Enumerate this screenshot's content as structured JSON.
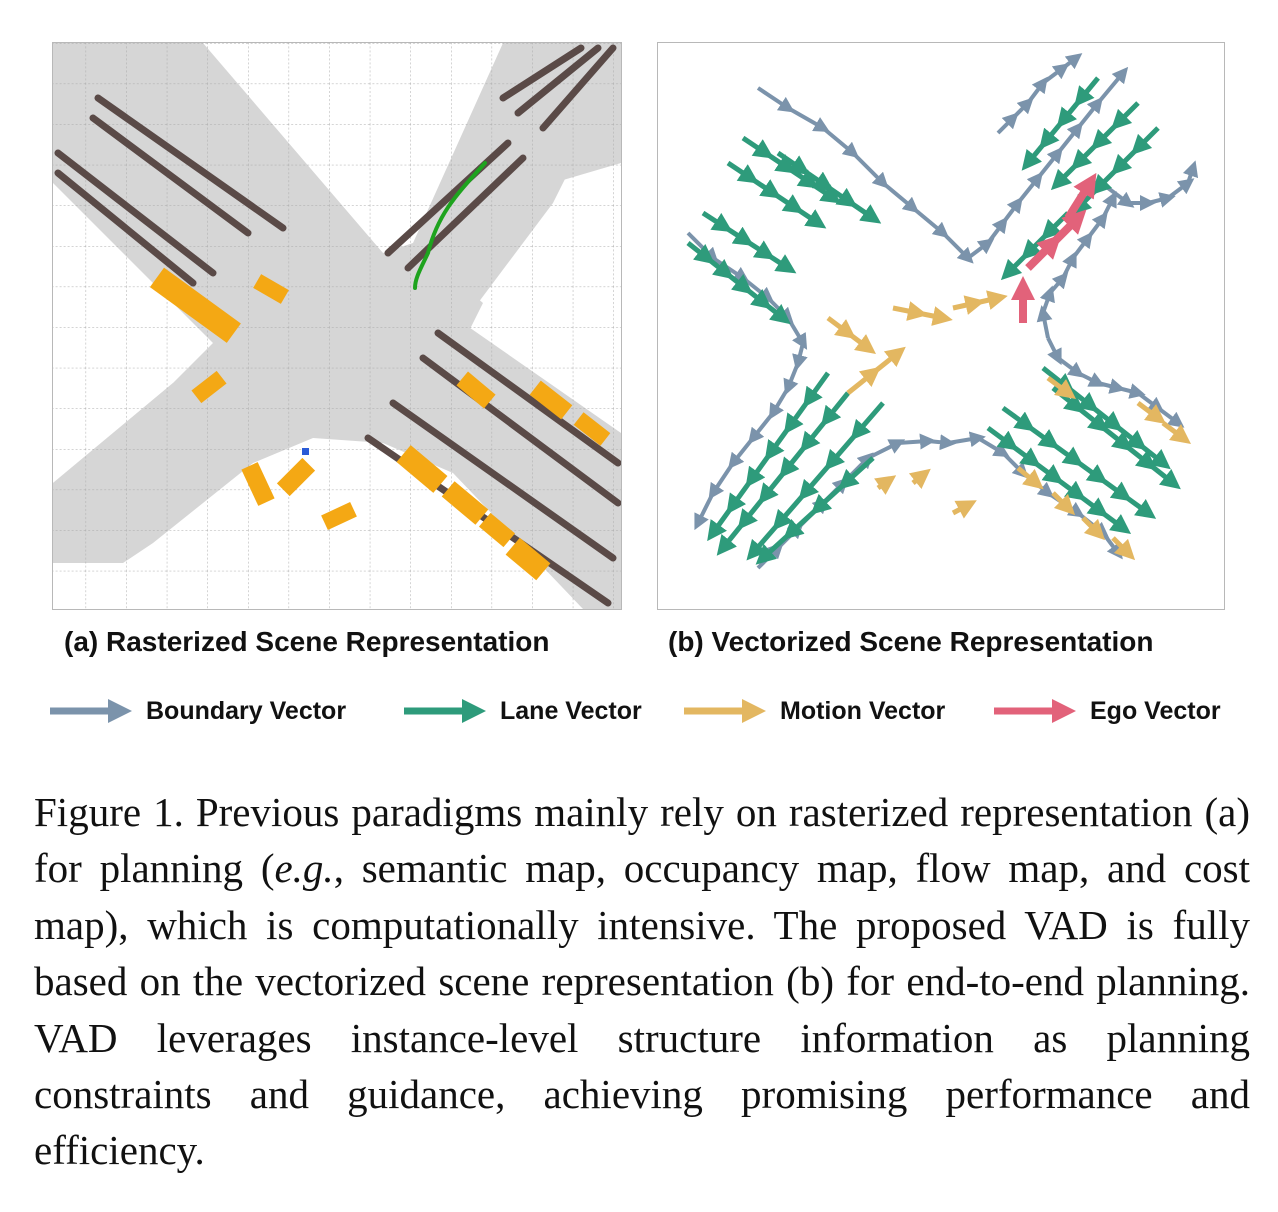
{
  "panels": {
    "a_label": "(a) Rasterized Scene Representation",
    "b_label": "(b) Vectorized Scene Representation"
  },
  "legend": [
    {
      "label": "Boundary Vector",
      "color": "#7b93ab",
      "icon": "arrow-icon"
    },
    {
      "label": "Lane Vector",
      "color": "#2e9b7b",
      "icon": "arrow-icon"
    },
    {
      "label": "Motion Vector",
      "color": "#e3b761",
      "icon": "arrow-icon"
    },
    {
      "label": "Ego Vector",
      "color": "#e2627a",
      "icon": "arrow-icon"
    }
  ],
  "colors": {
    "road": "#d6d6d6",
    "grid": "#a8a8a8",
    "lane_divider": "#5a4a47",
    "vehicle": "#f4a814",
    "ego_path": "#1ea31e",
    "ego_marker": "#2a5bd7",
    "boundary": "#7b93ab",
    "lane": "#2e9b7b",
    "motion": "#e3b761",
    "ego": "#e2627a"
  },
  "caption": {
    "label": "Figure 1.",
    "text_before_italic": " Previous paradigms mainly rely on rasterized representation (a) for planning (",
    "italic": "e.g.",
    "text_after_italic": ", semantic map, occupancy map, flow map, and cost map), which is computationally intensive. The proposed VAD is fully based on the vectorized scene representation (b) for end-to-end planning.  VAD leverages instance-level structure information as planning constraints and guidance, achieving promising performance and efficiency."
  }
}
